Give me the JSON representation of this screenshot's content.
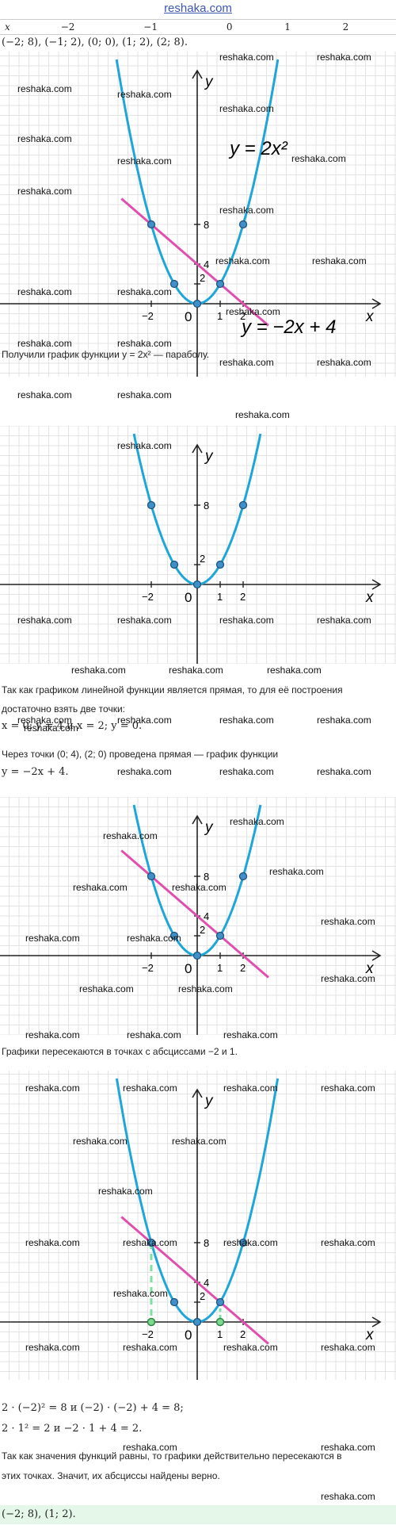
{
  "site_title": "reshaka.com",
  "table": {
    "x_label": "x",
    "x_values": [
      "−2",
      "−1",
      "0",
      "1",
      "2"
    ]
  },
  "points_line": "(−2; 8), (−1; 2), (0; 0), (1; 2), (2; 8).",
  "text_parabola": "Получили график функции y = 2x² — параболу.",
  "text_line_1": "Так как графиком линейной функции является прямая, то для её построения",
  "text_line_2": "достаточно взять две точки:",
  "text_points": "x = 0; y = 4 и x = 2; y = 0.",
  "text_through_1": "Через точки (0; 4), (2; 0) проведена прямая — график функции",
  "text_through_2": "y = −2x + 4.",
  "text_intersect": "Графики пересекаются в точках с абсциссами −2 и 1.",
  "text_check_1": "2 · (−2)² = 8 и (−2) · (−2) + 4 = 8;",
  "text_check_2": "2 · 1² = 2 и −2 · 1 + 4 = 2.",
  "text_conclusion_1": "Так как значения функций равны, то графики действительно пересекаются в",
  "text_conclusion_2": "этих точках. Значит, их абсциссы найдены верно.",
  "answer": "(−2; 8), (1; 2).",
  "watermark": "reshaka.com",
  "graph_labels": {
    "y_axis": "y",
    "x_axis": "x",
    "origin": "0",
    "tick_x_neg": "−2",
    "tick_x_1": "1",
    "tick_x_2": "2",
    "tick_y_8": "8",
    "tick_y_4": "4",
    "tick_y_2": "2",
    "eq_parabola": "y = 2x²",
    "eq_line": "y = −2x + 4"
  },
  "colors": {
    "parabola": "#1ea6d8",
    "line": "#e04fae",
    "point_fill": "#3f8fc9",
    "dash": "#7be0a0",
    "answer_bg": "#e4f7e8"
  },
  "chart_data": [
    {
      "type": "line",
      "series": [
        {
          "name": "y = 2x²",
          "x": [
            -2,
            -1,
            0,
            1,
            2
          ],
          "y": [
            8,
            2,
            0,
            2,
            8
          ]
        },
        {
          "name": "y = −2x + 4",
          "x": [
            -2,
            3
          ],
          "y": [
            8,
            -2
          ]
        }
      ],
      "xlabel": "x",
      "ylabel": "y"
    },
    {
      "type": "line",
      "series": [
        {
          "name": "y = 2x²",
          "x": [
            -2,
            -1,
            0,
            1,
            2
          ],
          "y": [
            8,
            2,
            0,
            2,
            8
          ]
        }
      ],
      "xlabel": "x",
      "ylabel": "y"
    },
    {
      "type": "line",
      "series": [
        {
          "name": "y = 2x²",
          "x": [
            -2,
            -1,
            0,
            1,
            2
          ],
          "y": [
            8,
            2,
            0,
            2,
            8
          ]
        },
        {
          "name": "y = −2x + 4",
          "x": [
            -2,
            3
          ],
          "y": [
            8,
            -2
          ]
        }
      ],
      "xlabel": "x",
      "ylabel": "y"
    },
    {
      "type": "line",
      "series": [
        {
          "name": "y = 2x²",
          "x": [
            -2,
            -1,
            0,
            1,
            2
          ],
          "y": [
            8,
            2,
            0,
            2,
            8
          ]
        },
        {
          "name": "y = −2x + 4",
          "x": [
            -2,
            3
          ],
          "y": [
            8,
            -2
          ]
        }
      ],
      "intersections": [
        [
          -2,
          8
        ],
        [
          1,
          2
        ]
      ],
      "xlabel": "x",
      "ylabel": "y"
    }
  ]
}
